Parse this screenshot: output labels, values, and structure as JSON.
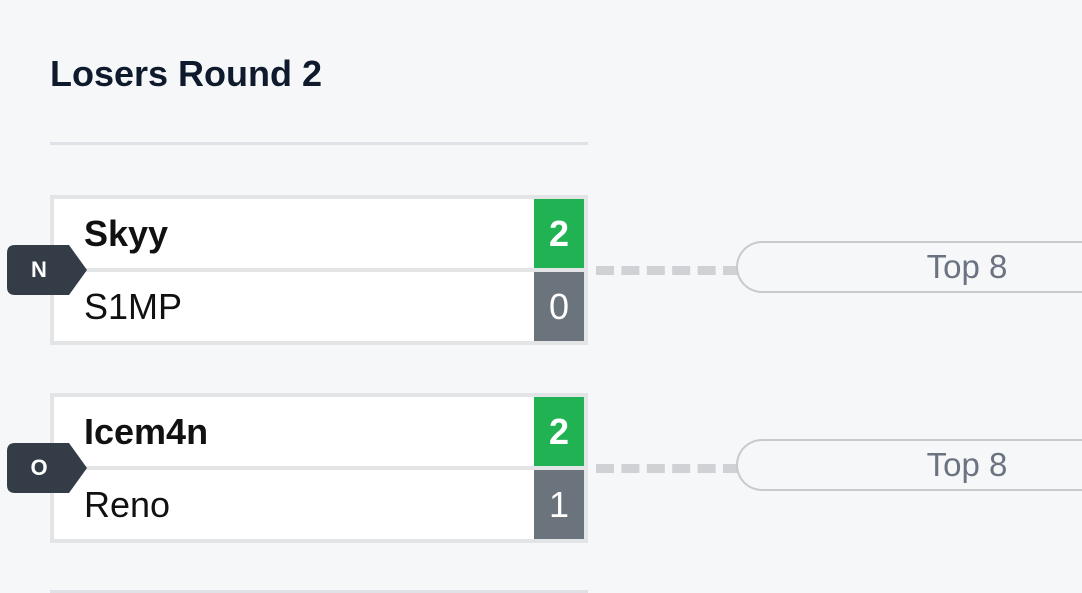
{
  "round": {
    "title": "Losers Round 2"
  },
  "matches": [
    {
      "id": "N",
      "next": "Top 8",
      "players": [
        {
          "name": "Skyy",
          "score": "2",
          "winner": true
        },
        {
          "name": "S1MP",
          "score": "0",
          "winner": false
        }
      ]
    },
    {
      "id": "O",
      "next": "Top 8",
      "players": [
        {
          "name": "Icem4n",
          "score": "2",
          "winner": true
        },
        {
          "name": "Reno",
          "score": "1",
          "winner": false
        }
      ]
    }
  ],
  "colors": {
    "win": "#21b253",
    "loss": "#6b737d",
    "badge": "#343c48",
    "title": "#0f1b2d"
  }
}
